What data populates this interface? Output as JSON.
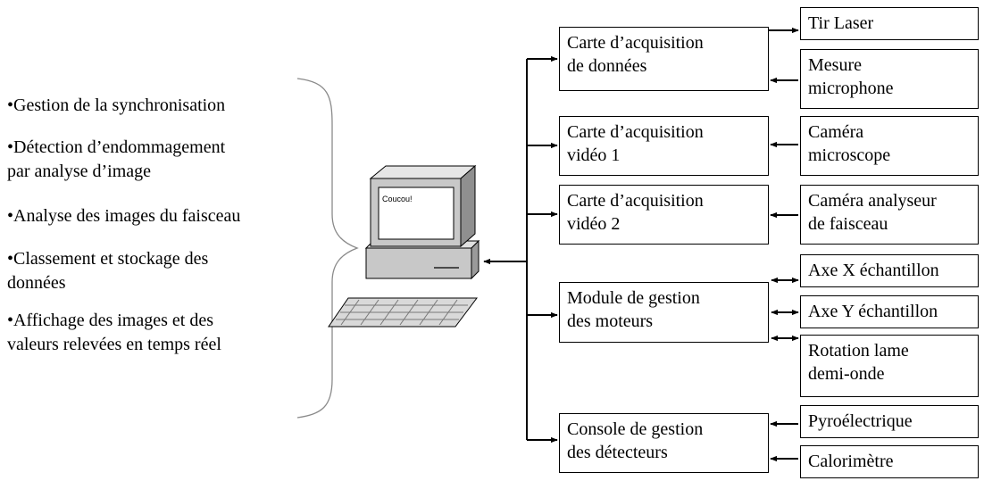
{
  "tasks": [
    {
      "lines": [
        "•Gestion de la synchronisation"
      ]
    },
    {
      "lines": [
        "•Détection d’endommagement",
        "par analyse d’image"
      ]
    },
    {
      "lines": [
        "•Analyse des images du faisceau"
      ]
    },
    {
      "lines": [
        "•Classement et stockage des",
        "données"
      ]
    },
    {
      "lines": [
        "•Affichage des images et des",
        "valeurs relevées en temps réel"
      ]
    }
  ],
  "computer": {
    "screen_text": "Coucou!"
  },
  "modules": [
    {
      "id": "acq-donnees",
      "lines": [
        "Carte d’acquisition",
        "de données"
      ]
    },
    {
      "id": "acq-video-1",
      "lines": [
        "Carte d’acquisition",
        "vidéo 1"
      ]
    },
    {
      "id": "acq-video-2",
      "lines": [
        "Carte d’acquisition",
        "vidéo 2"
      ]
    },
    {
      "id": "moteurs",
      "lines": [
        "Module de gestion",
        "des moteurs"
      ]
    },
    {
      "id": "detecteurs",
      "lines": [
        "Console de gestion",
        "des détecteurs"
      ]
    }
  ],
  "devices": [
    {
      "id": "tir-laser",
      "lines": [
        "Tir Laser"
      ]
    },
    {
      "id": "mesure-microphone",
      "lines": [
        "Mesure",
        "microphone"
      ]
    },
    {
      "id": "camera-microscope",
      "lines": [
        "Caméra",
        "microscope"
      ]
    },
    {
      "id": "camera-analyseur",
      "lines": [
        "Caméra analyseur",
        "de faisceau"
      ]
    },
    {
      "id": "axe-x",
      "lines": [
        "Axe X échantillon"
      ]
    },
    {
      "id": "axe-y",
      "lines": [
        "Axe Y échantillon"
      ]
    },
    {
      "id": "rotation-lame",
      "lines": [
        "Rotation lame",
        "demi-onde"
      ]
    },
    {
      "id": "pyroelectrique",
      "lines": [
        "Pyroélectrique"
      ]
    },
    {
      "id": "calorimetre",
      "lines": [
        "Calorimètre"
      ]
    }
  ]
}
